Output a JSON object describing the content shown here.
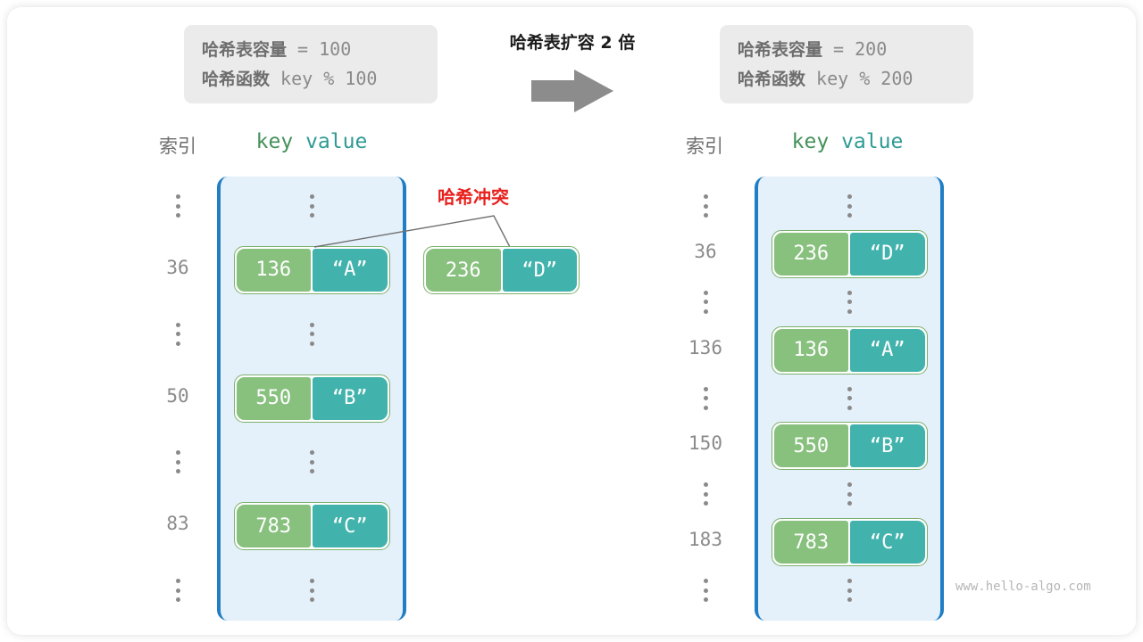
{
  "watermark": "www.hello-algo.com",
  "transform": {
    "title": "哈希表扩容 2 倍",
    "arrow_icon": "right-arrow-icon"
  },
  "colors": {
    "key_cell": "#88c07e",
    "value_cell": "#42b3ac",
    "bucket_bg": "#e4f0fa",
    "bucket_border": "#1f7ec4",
    "collision_text": "#e8201c",
    "infobox_bg": "#ebebeb"
  },
  "before": {
    "info": {
      "capacity_label": "哈希表容量",
      "capacity_value": " = 100",
      "function_label": "哈希函数",
      "function_value": " key % 100"
    },
    "headers": {
      "index": "索引",
      "key": "key",
      "value": "value"
    },
    "rows": [
      {
        "index": "⋮",
        "type": "dots"
      },
      {
        "index": "36",
        "type": "entry",
        "key": "136",
        "value": "“A”"
      },
      {
        "index": "⋮",
        "type": "dots"
      },
      {
        "index": "50",
        "type": "entry",
        "key": "550",
        "value": "“B”"
      },
      {
        "index": "⋮",
        "type": "dots"
      },
      {
        "index": "83",
        "type": "entry",
        "key": "783",
        "value": "“C”"
      },
      {
        "index": "⋮",
        "type": "dots"
      }
    ]
  },
  "collision": {
    "label": "哈希冲突",
    "detached_entry": {
      "key": "236",
      "value": "“D”"
    }
  },
  "after": {
    "info": {
      "capacity_label": "哈希表容量",
      "capacity_value": " = 200",
      "function_label": "哈希函数",
      "function_value": " key % 200"
    },
    "headers": {
      "index": "索引",
      "key": "key",
      "value": "value"
    },
    "rows": [
      {
        "index": "⋮",
        "type": "dots"
      },
      {
        "index": "36",
        "type": "entry",
        "key": "236",
        "value": "“D”"
      },
      {
        "index": "⋮",
        "type": "dots"
      },
      {
        "index": "136",
        "type": "entry",
        "key": "136",
        "value": "“A”"
      },
      {
        "index": "⋮",
        "type": "dots"
      },
      {
        "index": "150",
        "type": "entry",
        "key": "550",
        "value": "“B”"
      },
      {
        "index": "⋮",
        "type": "dots"
      },
      {
        "index": "183",
        "type": "entry",
        "key": "783",
        "value": "“C”"
      },
      {
        "index": "⋮",
        "type": "dots"
      }
    ]
  }
}
